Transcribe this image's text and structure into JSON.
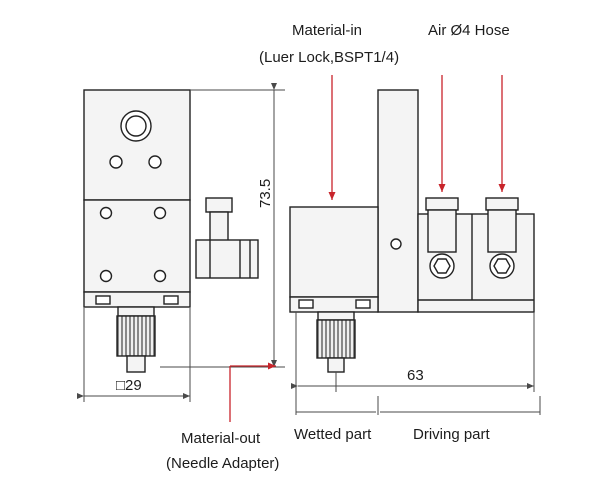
{
  "labels": {
    "material_in_line1": "Material-in",
    "material_in_line2": "(Luer Lock,BSPT1/4)",
    "air_hose": "Air Ø4 Hose",
    "height_dim": "73.5",
    "width_dim": "□29",
    "length_dim": "63",
    "material_out_line1": "Material-out",
    "material_out_line2": "(Needle Adapter)",
    "wetted_part": "Wetted part",
    "driving_part": "Driving part"
  },
  "colors": {
    "body_fill": "#f4f4f4",
    "outline": "#222222",
    "dimension_line": "#4a4a4a",
    "annotation_arrow": "#c8242b",
    "text": "#1c1c1c"
  }
}
